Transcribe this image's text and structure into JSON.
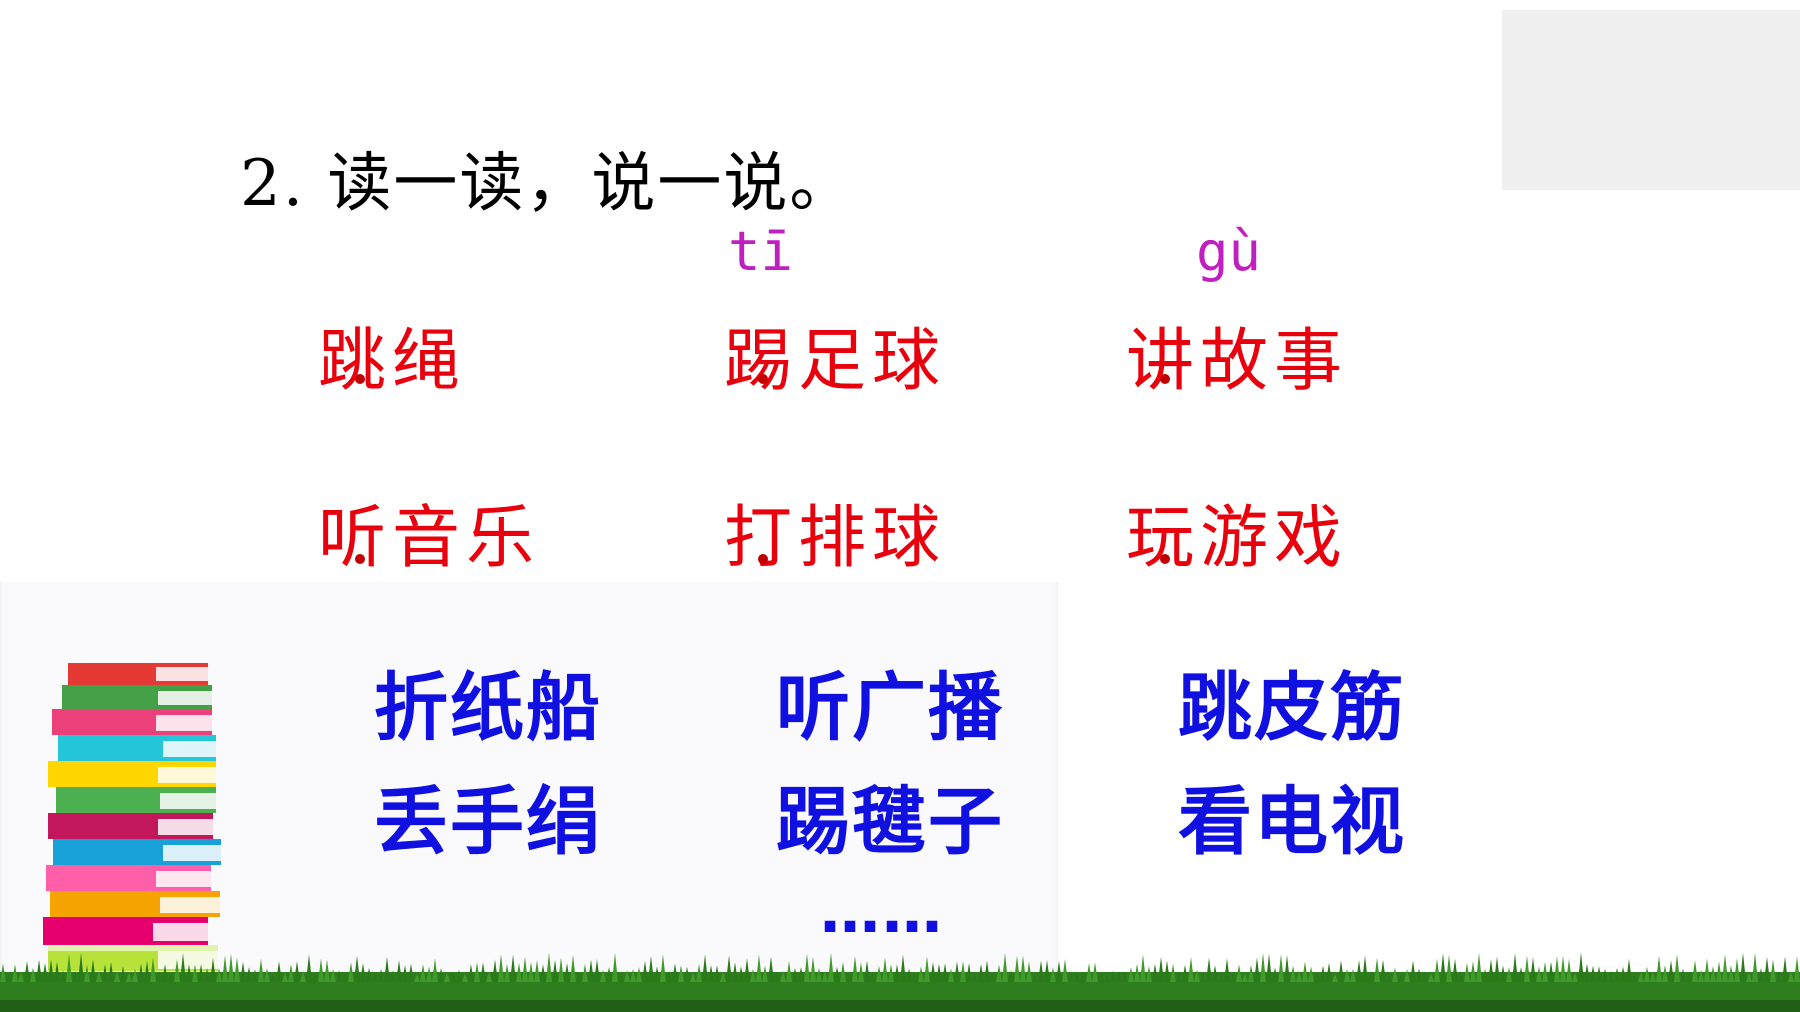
{
  "title": "2. 读一读，说一说。",
  "pinyin": {
    "ti": "tī",
    "gu": "gù"
  },
  "red_words": [
    "跳绳",
    "踢足球",
    "讲故事",
    "听音乐",
    "打排球",
    "玩游戏"
  ],
  "blue_words": [
    "折纸船",
    "听广播",
    "跳皮筋",
    "丢手绢",
    "踢毽子",
    "看电视"
  ],
  "ellipsis": "……",
  "colors": {
    "red": "#e8000c",
    "blue": "#1010e0",
    "pinyin": "#c020c0",
    "grass": "#2e7d1e"
  },
  "icons": [
    "book-stack-icon",
    "grass-strip"
  ]
}
